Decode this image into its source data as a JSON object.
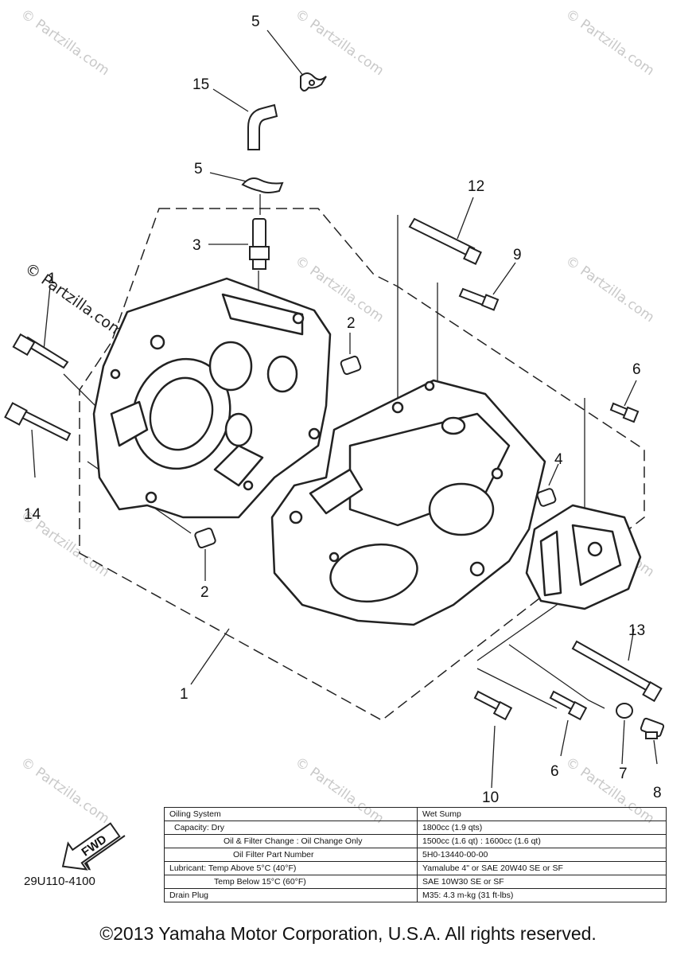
{
  "watermark": {
    "text": "© Partzilla.com",
    "corner_text": "© Partzilla.com"
  },
  "callouts": {
    "c5a": "5",
    "c15": "15",
    "c5b": "5",
    "c3": "3",
    "c12": "12",
    "c9": "9",
    "c1top": "1",
    "c2a": "2",
    "c6a": "6",
    "c14": "14",
    "c4": "4",
    "c2b": "2",
    "c13": "13",
    "c1": "1",
    "c6b": "6",
    "c7": "7",
    "c8": "8",
    "c10": "10"
  },
  "fwd_label": "FWD",
  "diagram_code": "29U110-4100",
  "spec_table": {
    "rows": [
      {
        "label": "Oiling System",
        "value": "Wet Sump"
      },
      {
        "label": "Capacity: Dry",
        "value": "1800cc (1.9 qts)"
      },
      {
        "label": "Oil & Filter Change : Oil Change Only",
        "value": "1500cc (1.6 qt) : 1600cc (1.6 qt)"
      },
      {
        "label": "Oil Filter Part Number",
        "value": "5H0-13440-00-00"
      },
      {
        "label": "Lubricant: Temp Above 5°C (40°F)",
        "value": "Yamalube 4\" or SAE 20W40 SE or SF"
      },
      {
        "label": "Temp Below 15°C (60°F)",
        "value": "SAE 10W30 SE or SF"
      },
      {
        "label": "Drain Plug",
        "value": "M35: 4.3 m-kg (31 ft-lbs)"
      }
    ]
  },
  "copyright": "©2013 Yamaha Motor Corporation, U.S.A. All rights reserved."
}
